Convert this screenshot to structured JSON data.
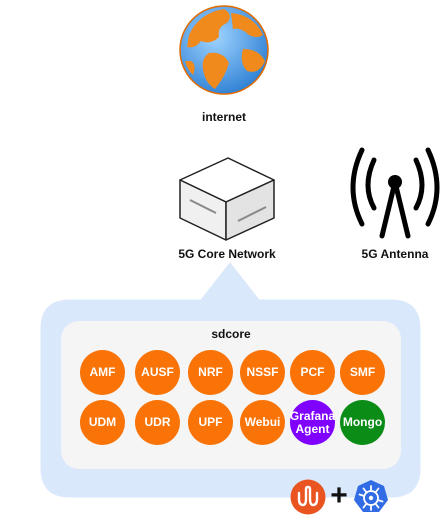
{
  "nodes": {
    "internet": "internet",
    "core": "5G Core Network",
    "antenna": "5G Antenna"
  },
  "cluster": {
    "title": "sdcore",
    "row1": [
      "AMF",
      "AUSF",
      "NRF",
      "NSSF",
      "PCF",
      "SMF"
    ],
    "row2": [
      "UDM",
      "UDR",
      "UPF",
      "Webui",
      "Grafana Agent",
      "Mongo"
    ],
    "plus": "+"
  },
  "colors": {
    "function": "#f97306",
    "grafana": "#7f00ff",
    "mongo": "#0b8c16",
    "callout": "#dae8fc",
    "inner": "#f5f5f5",
    "juju": "#e95420",
    "kubernetes": "#326ce5"
  },
  "icons": [
    "globe-icon",
    "server-icon",
    "antenna-icon",
    "juju-icon",
    "kubernetes-icon"
  ]
}
